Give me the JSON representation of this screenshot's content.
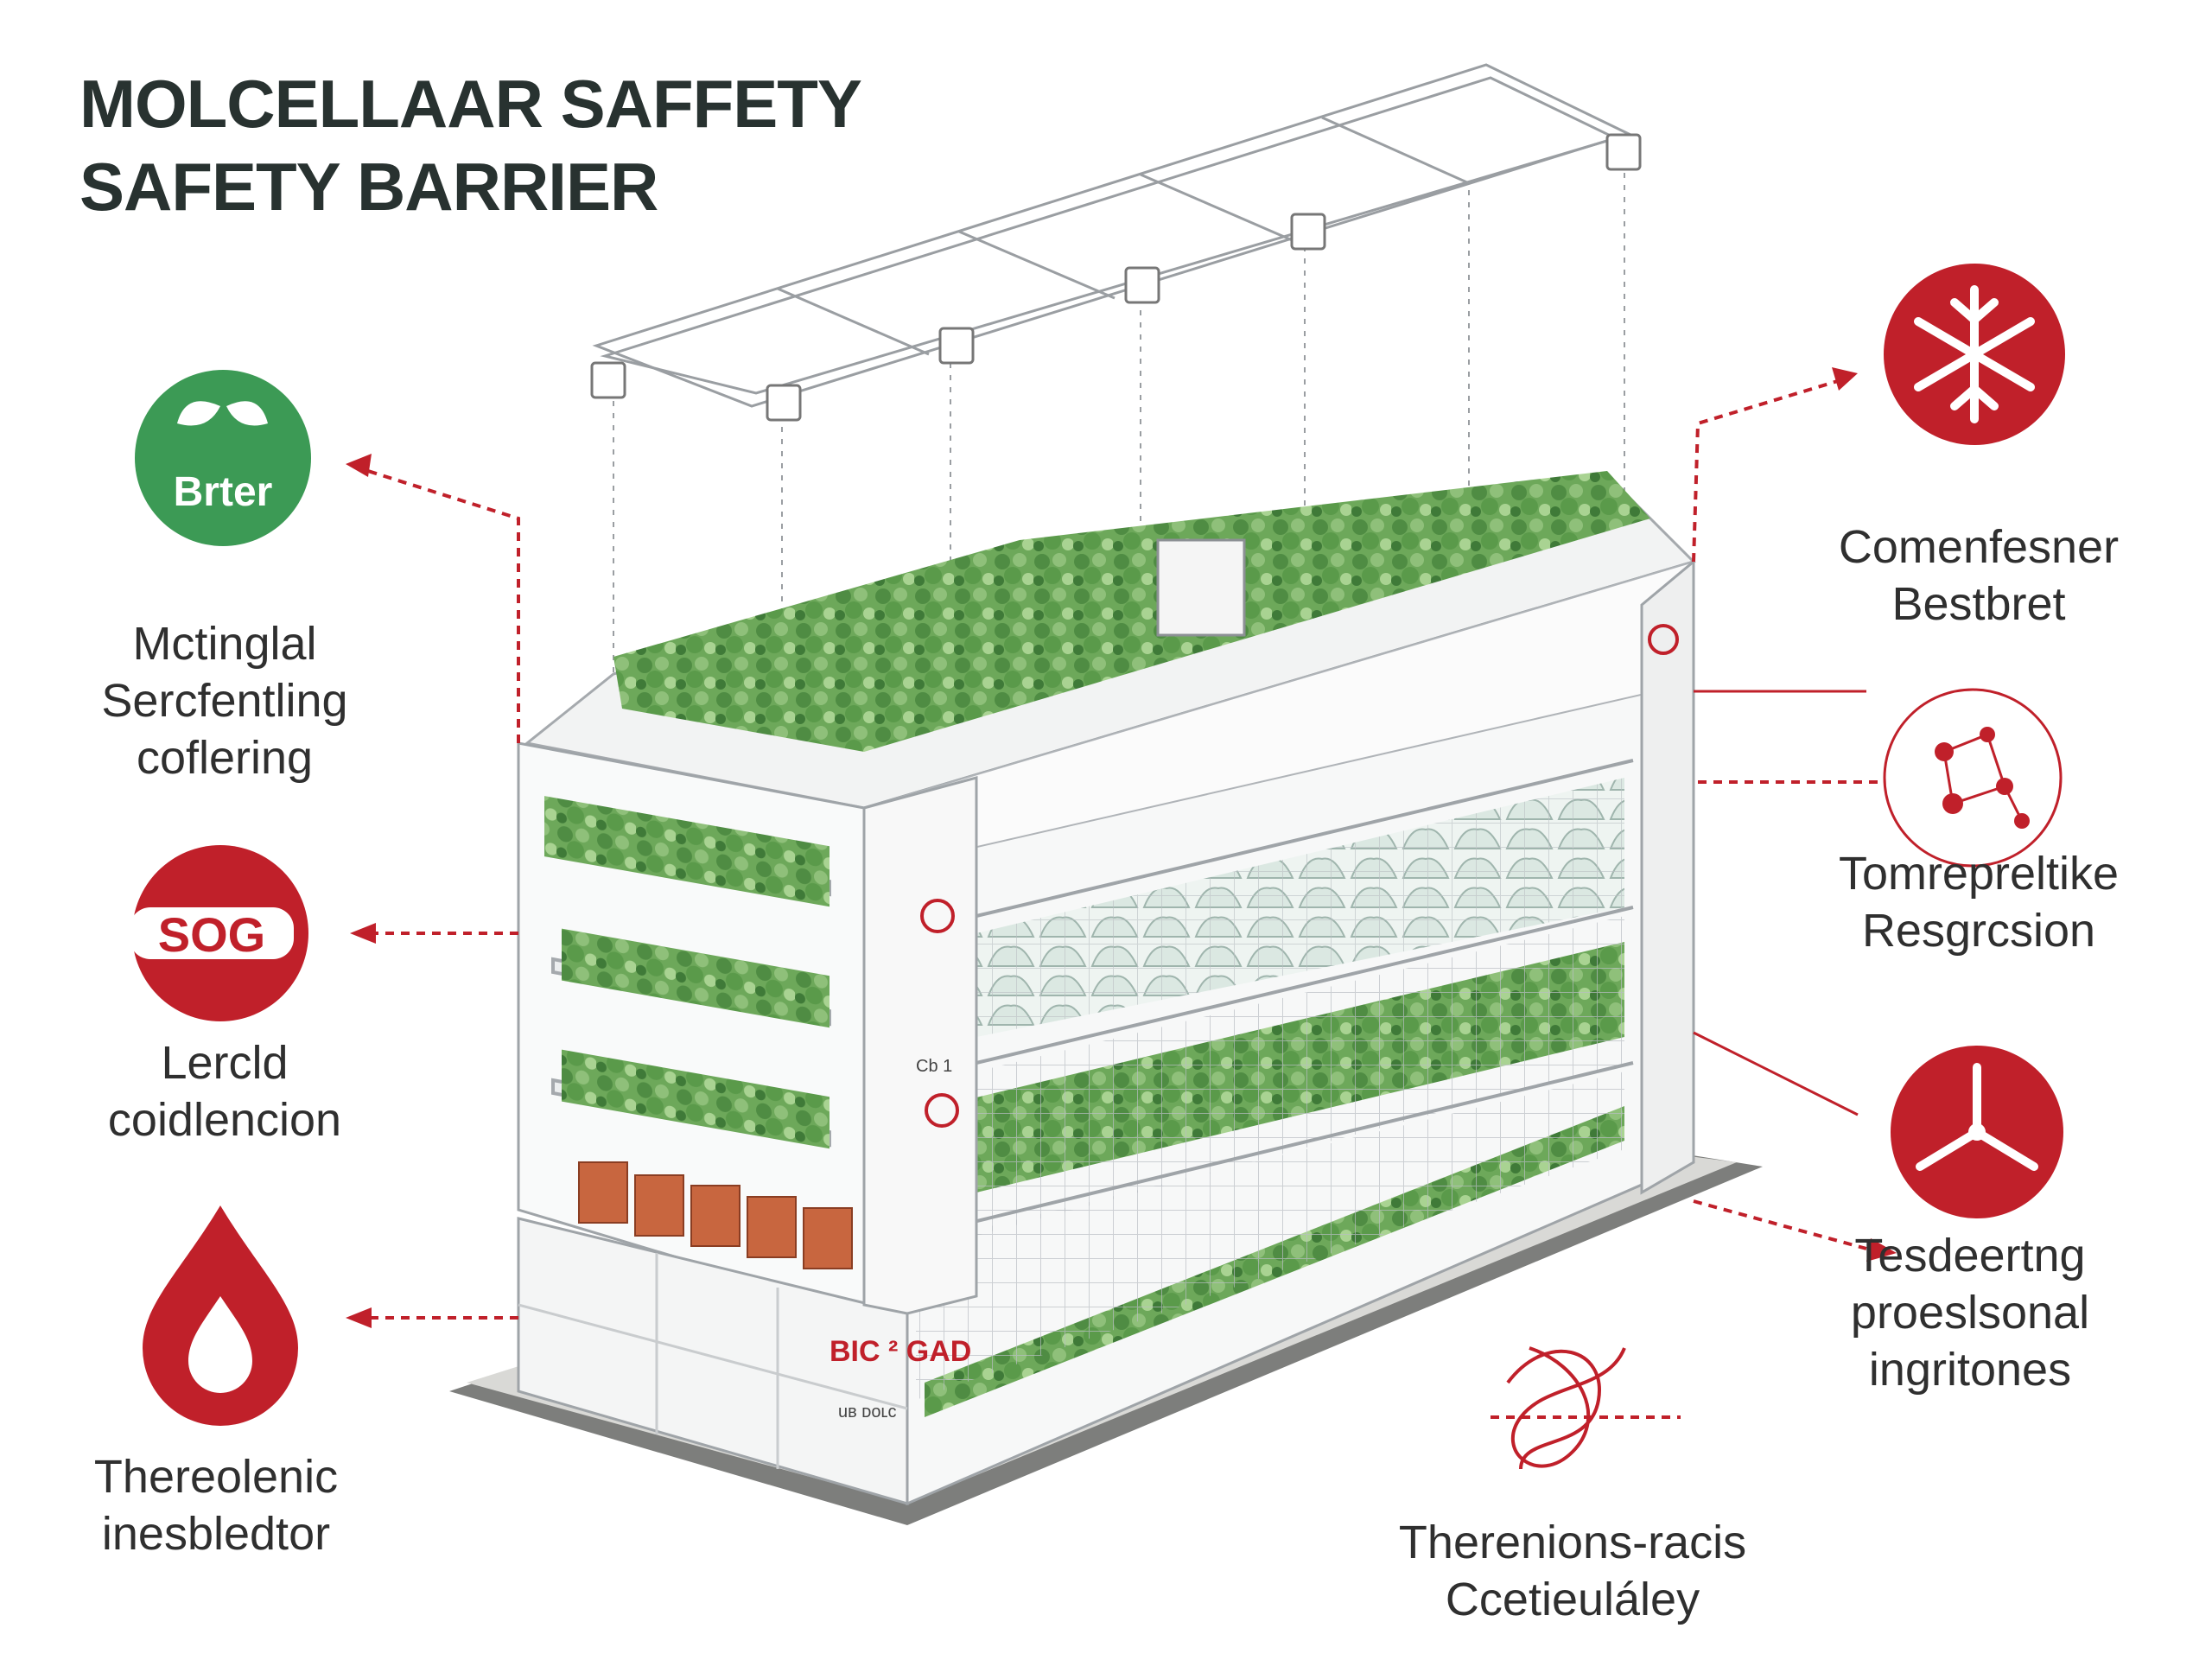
{
  "title": {
    "line1": "MOLCELLAAR SAFFETY",
    "line2": "SAFETY BARRIER"
  },
  "callouts": {
    "left": [
      {
        "icon": "leaf-badge-icon",
        "badge_text": "Brter",
        "color": "#3c9a55",
        "lines": [
          "Mctinglal",
          "Sercfentling",
          "coflering"
        ]
      },
      {
        "icon": "stop-sign-icon",
        "badge_text": "SOG",
        "color": "#c0202a",
        "lines": [
          "Lercld",
          "coidlencion"
        ]
      },
      {
        "icon": "water-drop-icon",
        "color": "#c0202a",
        "lines": [
          "Thereolenic",
          "inesbledtor"
        ]
      }
    ],
    "right": [
      {
        "icon": "snowflake-icon",
        "color": "#c0202a",
        "lines": [
          "Comenfesner",
          "Bestbret"
        ]
      },
      {
        "icon": "molecule-icon",
        "color": "#c0202a",
        "lines": [
          "Tomrepreltike",
          "Resgrcsion"
        ]
      },
      {
        "icon": "fan-icon",
        "color": "#c0202a",
        "lines": [
          "Tesdeertng",
          "proeslsonal",
          "ingritones"
        ]
      }
    ],
    "bottom": {
      "icon": "knot-icon",
      "color": "#c0202a",
      "lines": [
        "Therenions-racis",
        "Ccetieuláley"
      ]
    }
  },
  "structure_marks": {
    "side_panel_text": "BIC ² GAD",
    "base_label": "uв ᴅᴏʟc",
    "small_sign": "Cb 1"
  },
  "colors": {
    "accent_red": "#c0202a",
    "accent_green": "#3c9a55",
    "leader_line": "#c0202a",
    "foliage": "#5e9e4c",
    "frame": "#bfc4c8",
    "planter": "#c8663f"
  }
}
